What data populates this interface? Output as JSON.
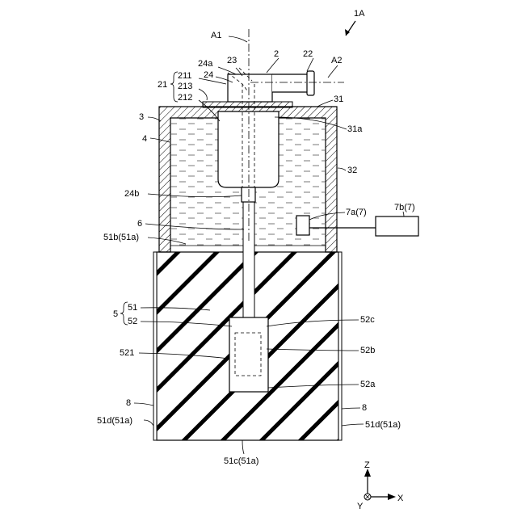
{
  "figure_ref": "1A",
  "axes": {
    "a1": "A1",
    "a2": "A2"
  },
  "labels": {
    "l2": "2",
    "l22": "22",
    "l23": "23",
    "l24a": "24a",
    "l24": "24",
    "l211": "211",
    "l213": "213",
    "l212": "212",
    "l21": "21",
    "l3": "3",
    "l31": "31",
    "l31a": "31a",
    "l4": "4",
    "l32": "32",
    "l24b": "24b",
    "l7a": "7a(7)",
    "l7b": "7b(7)",
    "l6": "6",
    "l51b": "51b(51a)",
    "l5": "5",
    "l51": "51",
    "l52": "52",
    "l52c": "52c",
    "l521": "521",
    "l52b": "52b",
    "l52a": "52a",
    "l8_left": "8",
    "l8_right": "8",
    "l51d_left": "51d(51a)",
    "l51d_right": "51d(51a)",
    "l51c": "51c(51a)"
  },
  "coord": {
    "z": "Z",
    "x": "X",
    "y": "Y"
  }
}
